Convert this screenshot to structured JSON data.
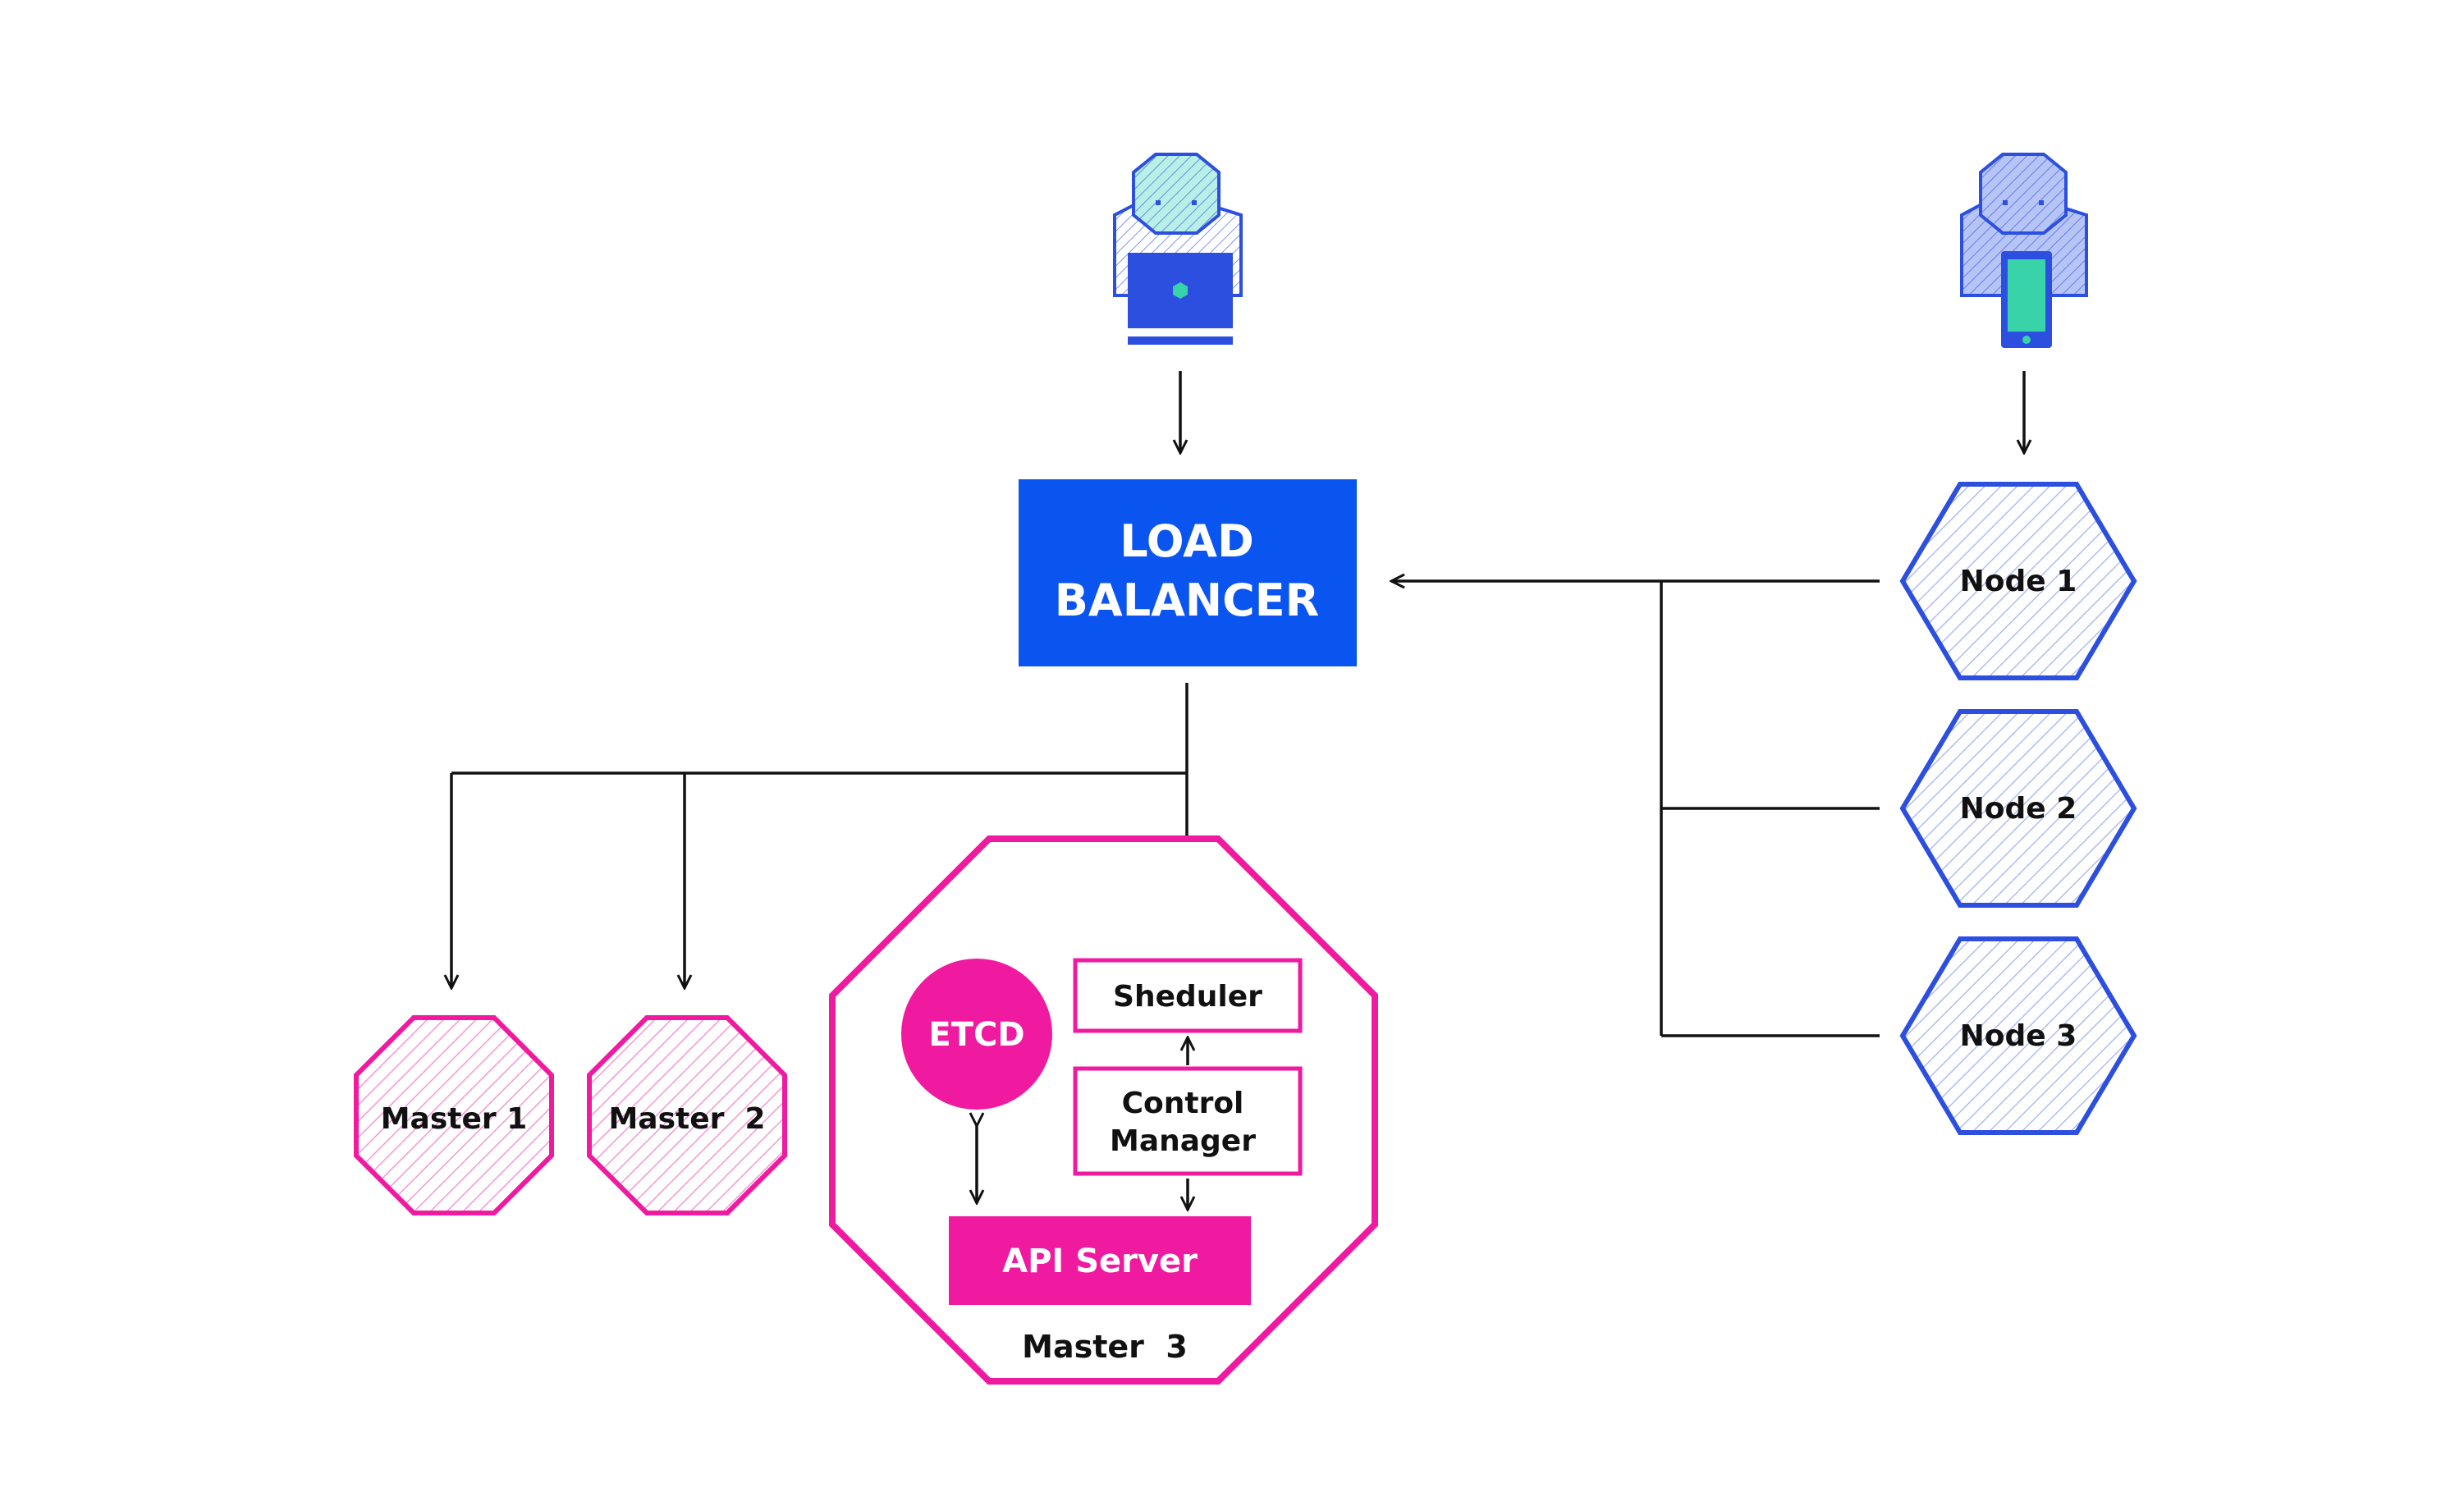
{
  "colors": {
    "pink": "#f01aa0",
    "blue": "#0a54f0",
    "node_blue": "#2d4fe0",
    "line": "#111111",
    "teal": "#38d3a8",
    "person_face_1": "#b8efe6",
    "person_face_2": "#b7c4f6",
    "white": "#ffffff"
  },
  "icons": {
    "laptop_user": "user-with-laptop-icon",
    "mobile_user": "user-with-phone-icon"
  },
  "load_balancer": {
    "line1": "LOAD",
    "line2": "BALANCER"
  },
  "masters": [
    {
      "label": "Master 1"
    },
    {
      "label": "Master  2"
    }
  ],
  "master3": {
    "label": "Master  3",
    "etcd": "ETCD",
    "scheduler": "Sheduler",
    "control_manager_line1": "Control",
    "control_manager_line2": "Manager",
    "api_server": "API Server"
  },
  "nodes": [
    {
      "label": "Node 1"
    },
    {
      "label": "Node 2"
    },
    {
      "label": "Node 3"
    }
  ]
}
